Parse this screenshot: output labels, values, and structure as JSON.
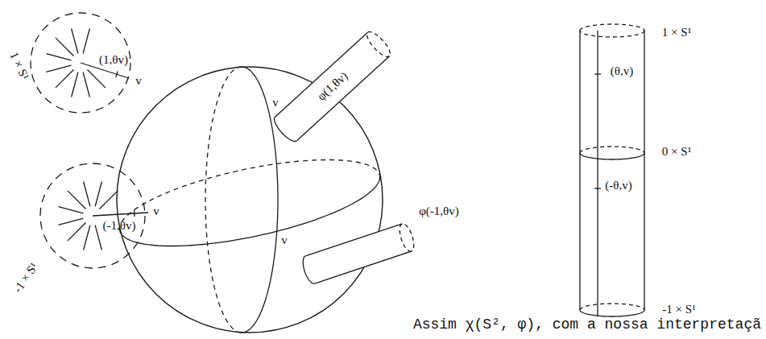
{
  "diagram": {
    "labels": [
      "1 × S¹",
      "(1,θv)",
      "v",
      "-1 × S¹",
      "(-1,θv)",
      "v",
      "φ(1,θv)",
      "v",
      "φ(-1,θv)",
      "v",
      "1 × S¹",
      "(θ,v)",
      "0 × S¹",
      "(-θ,v)",
      "-1 × S¹",
      "Assim χ(S², φ), com a nossa interpretaçã"
    ]
  }
}
